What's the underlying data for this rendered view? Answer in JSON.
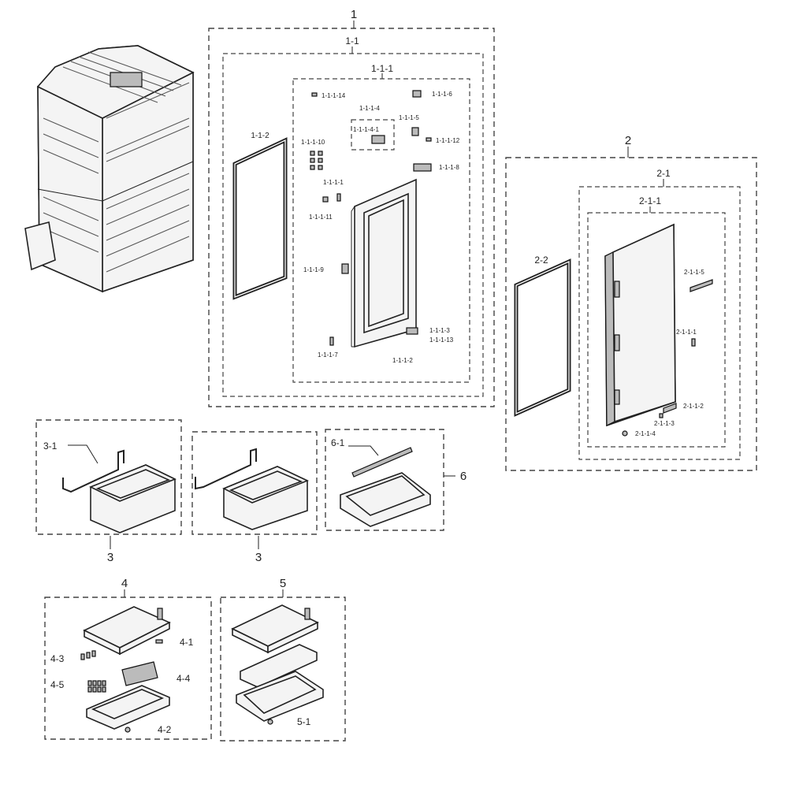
{
  "labels": {
    "g1": "1",
    "g1_1": "1-1",
    "g1_1_1": "1-1-1",
    "g1_1_2": "1-1-2",
    "p1_1_1_14": "1-1-1-14",
    "p1_1_1_6": "1-1-1-6",
    "p1_1_1_4": "1-1-1-4",
    "p1_1_1_4_1": "1-1-1-4-1",
    "p1_1_1_5": "1-1-1-5",
    "p1_1_1_10": "1-1-1-10",
    "p1_1_1_12": "1-1-1-12",
    "p1_1_1_8": "1-1-1-8",
    "p1_1_1_1": "1-1-1-1",
    "p1_1_1_11": "1-1-1-11",
    "p1_1_1_9": "1-1-1-9",
    "p1_1_1_3": "1-1-1-3",
    "p1_1_1_13": "1-1-1-13",
    "p1_1_1_7": "1-1-1-7",
    "p1_1_1_2": "1-1-1-2",
    "g2": "2",
    "g2_1": "2-1",
    "g2_1_1": "2-1-1",
    "g2_2": "2-2",
    "p2_1_1_5": "2-1-1-5",
    "p2_1_1_1": "2-1-1-1",
    "p2_1_1_2": "2-1-1-2",
    "p2_1_1_3": "2-1-1-3",
    "p2_1_1_4": "2-1-1-4",
    "g3_1": "3-1",
    "g3a": "3",
    "g3b": "3",
    "g6_1": "6-1",
    "g6": "6",
    "g4": "4",
    "p4_1": "4-1",
    "p4_3": "4-3",
    "p4_4": "4-4",
    "p4_5": "4-5",
    "p4_2": "4-2",
    "g5": "5",
    "p5_1": "5-1"
  }
}
